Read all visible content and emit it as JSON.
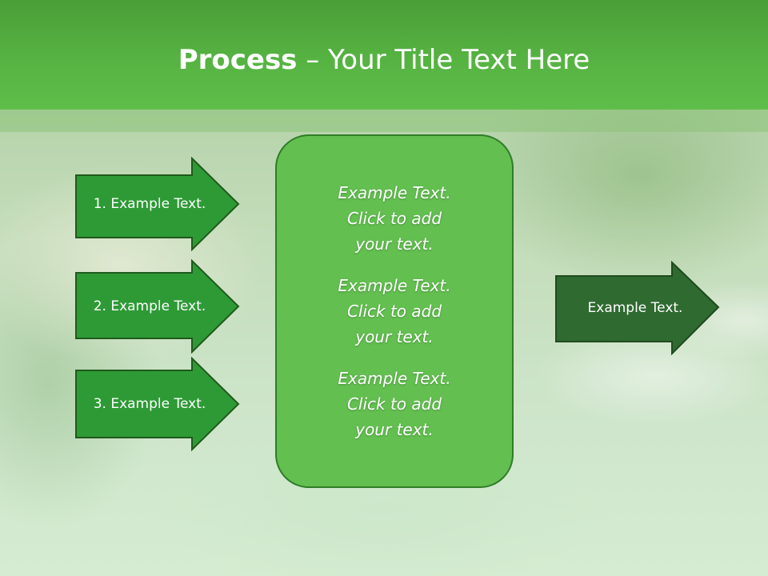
{
  "title": {
    "bold": "Process",
    "rest": " – Your Title Text Here"
  },
  "inputs": [
    {
      "label": "1. Example Text."
    },
    {
      "label": "2. Example Text."
    },
    {
      "label": "3. Example Text."
    }
  ],
  "center": [
    {
      "line1": "Example Text.",
      "line2": "Click  to add",
      "line3": "your text."
    },
    {
      "line1": "Example Text.",
      "line2": "Click  to add",
      "line3": "your text."
    },
    {
      "line1": "Example Text.",
      "line2": "Click  to add",
      "line3": "your text."
    }
  ],
  "output": {
    "label": "Example Text."
  },
  "colors": {
    "header": "#56b342",
    "input_arrow_fill": "#2e9a36",
    "output_arrow_fill": "#2f6a30",
    "center_fill": "#63bf50",
    "outline": "#1f5a1c"
  }
}
